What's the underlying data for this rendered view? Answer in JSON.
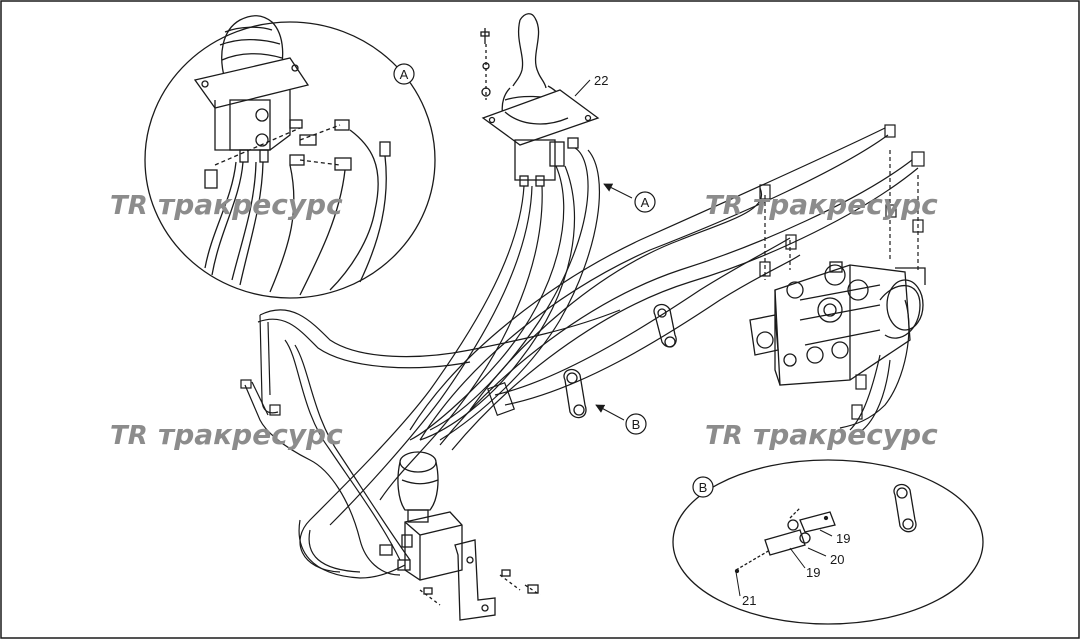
{
  "diagram": {
    "watermark": {
      "logo": "TR",
      "text": "тракресурс",
      "color": "#8c8c8c"
    },
    "line_color": "#1a1a1a",
    "callouts": {
      "detail_a_marker": "A",
      "detail_b_marker": "B",
      "ref_a": "A",
      "ref_b": "B",
      "part_22": "22",
      "part_19_upper": "19",
      "part_19_lower": "19",
      "part_20": "20",
      "part_21": "21"
    }
  }
}
